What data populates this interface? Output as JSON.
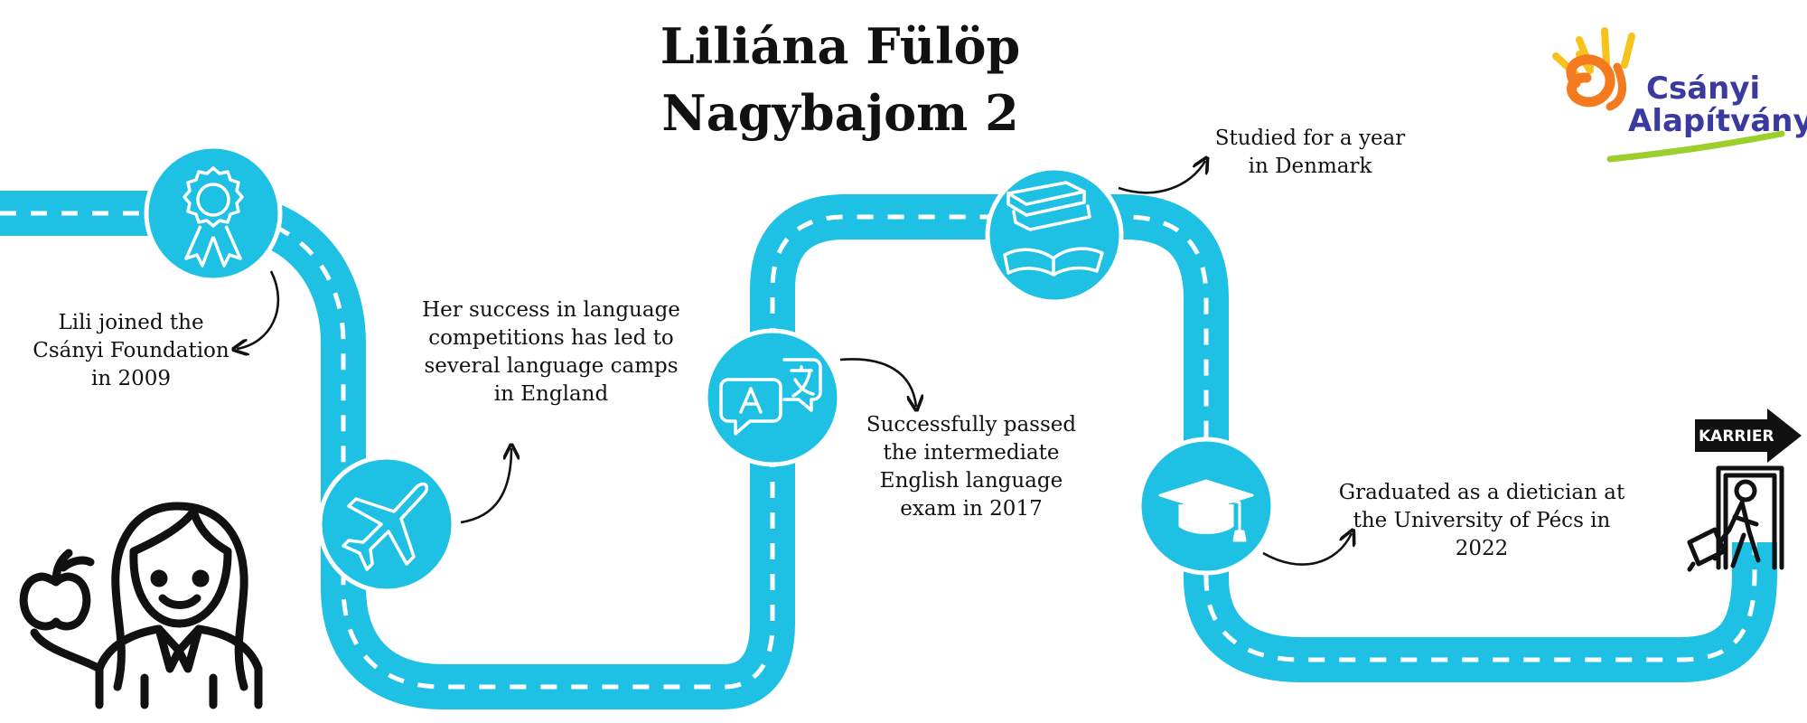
{
  "header": {
    "title_line1": "Liliána Fülöp",
    "title_line2": "Nagybajom 2"
  },
  "logo": {
    "line1": "Csányi",
    "line2": "Alapítvány"
  },
  "milestones": [
    {
      "icon": "award-ribbon-icon",
      "lines": [
        "Lili joined the",
        "Csányi Foundation",
        "in 2009"
      ]
    },
    {
      "icon": "airplane-icon",
      "lines": [
        "Her success in language",
        "competitions has led to",
        "several language camps",
        "in England"
      ]
    },
    {
      "icon": "translate-bubbles-icon",
      "lines": [
        "Successfully passed",
        "the intermediate",
        "English language",
        "exam in 2017"
      ]
    },
    {
      "icon": "books-icon",
      "lines": [
        "Studied for a year",
        "in Denmark"
      ]
    },
    {
      "icon": "graduation-cap-icon",
      "lines": [
        "Graduated as a dietician at",
        "the University of Pécs in",
        "2022"
      ]
    }
  ],
  "career": {
    "label": "KARRIER",
    "icon": "exit-door-traveler-icon"
  },
  "colors": {
    "road": "#1ec0e4",
    "ink": "#111111",
    "logo_blue": "#3b3aa0",
    "logo_orange": "#f47a1f",
    "logo_yellow": "#f7c21b",
    "logo_green": "#9ccf2e"
  },
  "person_icon": "woman-with-apple-icon"
}
